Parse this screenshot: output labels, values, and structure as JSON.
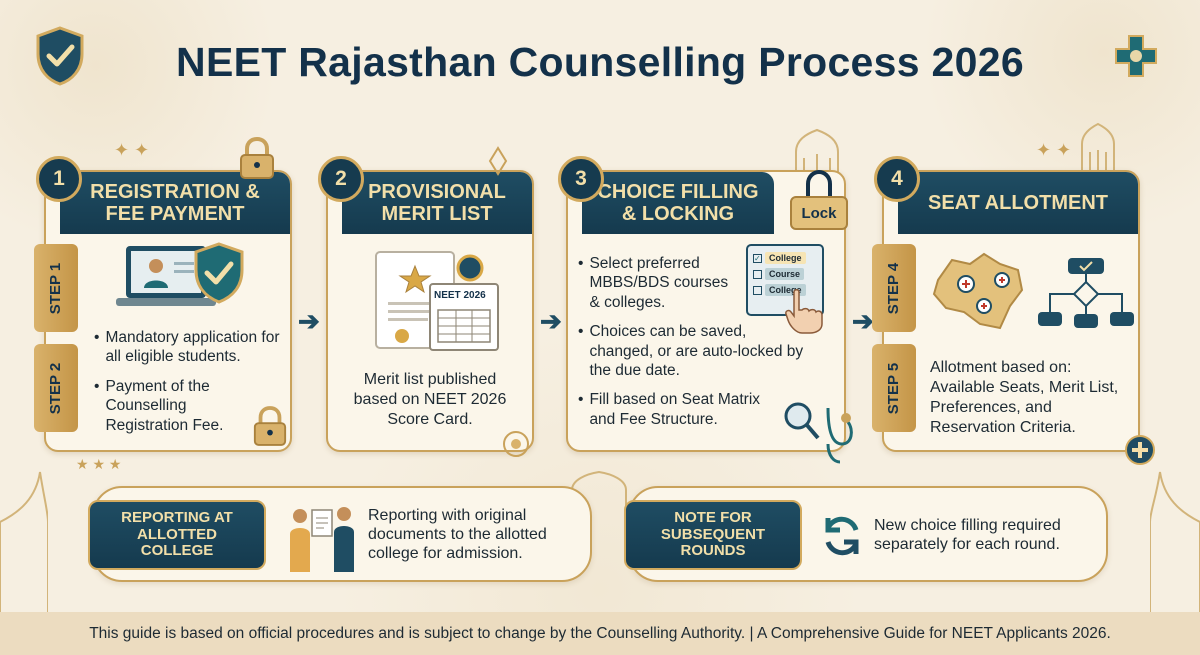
{
  "title": "NEET Rajasthan Counselling Process 2026",
  "steps": [
    {
      "number": "1",
      "title": "Registration & Fee Payment",
      "step_labels": [
        "STEP 1",
        "STEP 2"
      ],
      "bullets": [
        "Mandatory application for all eligible students.",
        "Payment of the Counselling Registration Fee."
      ]
    },
    {
      "number": "2",
      "title": "Provisional Merit List",
      "doc_label": "NEET 2026",
      "text": "Merit list published based on NEET 2026 Score Card."
    },
    {
      "number": "3",
      "title": "Choice Filling & Locking",
      "lock_label": "Lock",
      "checklist": [
        "College",
        "Course",
        "College"
      ],
      "bullets": [
        "Select preferred MBBS/BDS courses & colleges.",
        "Choices can be saved, changed, or are auto-locked by the due date.",
        "Fill based on Seat Matrix and Fee Structure."
      ]
    },
    {
      "number": "4",
      "title": "Seat Allotment",
      "step_labels": [
        "STEP 4",
        "STEP 5"
      ],
      "text": "Allotment based on: Available Seats, Merit List, Preferences, and Reservation Criteria."
    }
  ],
  "reporting": {
    "tag": "Reporting at Allotted College",
    "text": "Reporting with original documents to the allotted college for admission."
  },
  "note": {
    "tag": "Note for Subsequent Rounds",
    "text": "New choice filling required separately for each round."
  },
  "footer": "This guide is based on official procedures and is subject to change by the Counselling Authority. | A Comprehensive Guide for NEET Applicants 2026.",
  "colors": {
    "navy": "#13314a",
    "teal": "#1f4d63",
    "gold": "#c9a25b",
    "cream": "#fbf6ea"
  }
}
